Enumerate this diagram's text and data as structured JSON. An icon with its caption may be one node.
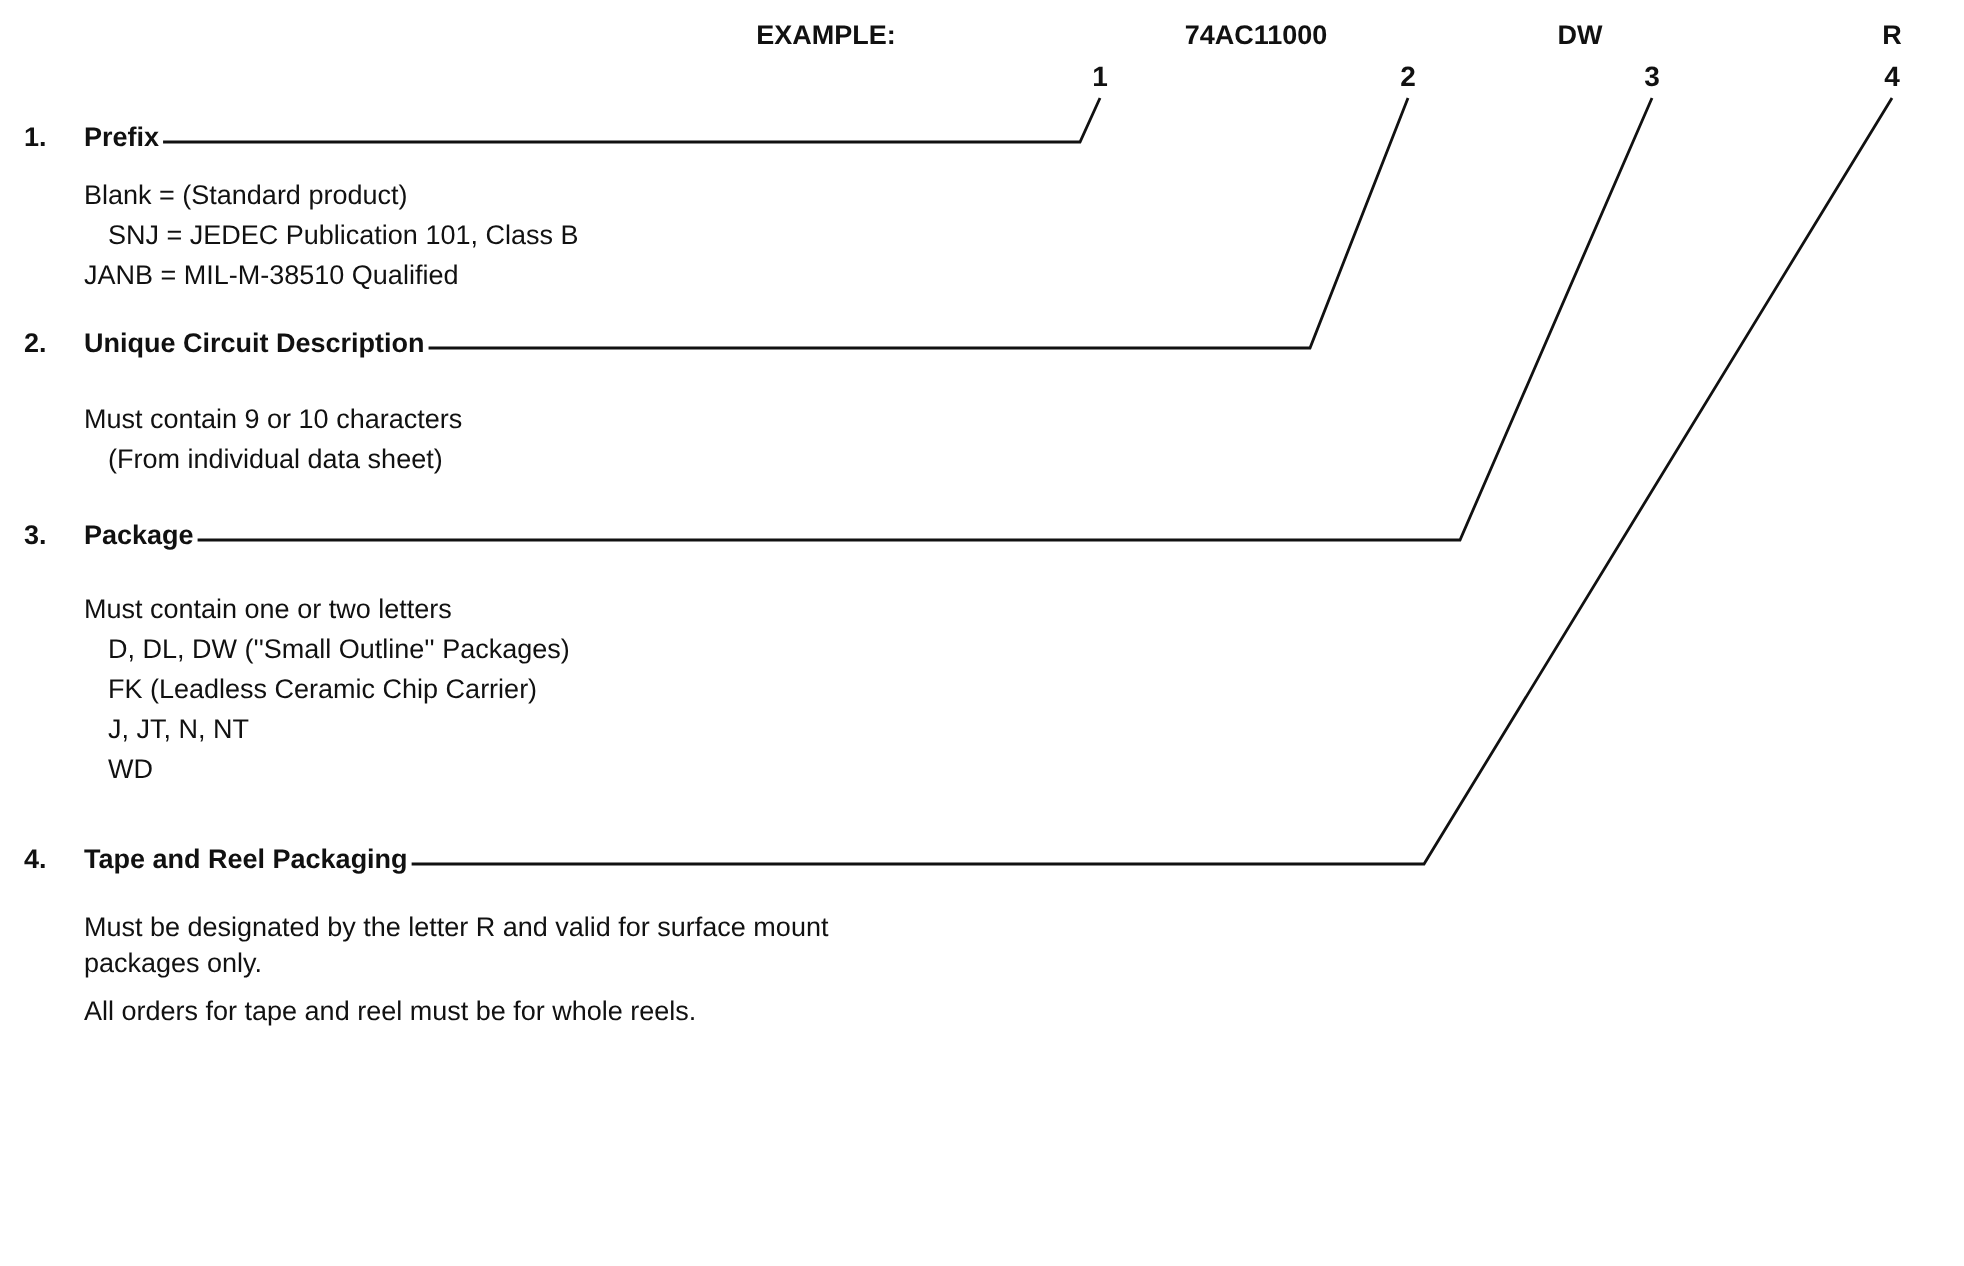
{
  "diagram": {
    "nodes": [
      {
        "text": [
          "1"
        ]
      },
      {
        "text": [
          "2"
        ]
      },
      {
        "text": [
          "3"
        ]
      },
      {
        "text": [
          "4"
        ]
      },
      {
        "text": [
          "1.",
          "Prefix"
        ]
      },
      {
        "text": [
          "2.",
          "Unique Circuit Description"
        ]
      },
      {
        "text": [
          "3.",
          "Package"
        ]
      },
      {
        "text": [
          "4.",
          "Tape and Reel Packaging"
        ]
      }
    ],
    "edges": [
      {
        "from": 4,
        "to": 0,
        "arrow": "none"
      },
      {
        "from": 5,
        "to": 1,
        "arrow": "none"
      },
      {
        "from": 6,
        "to": 2,
        "arrow": "none"
      },
      {
        "from": 7,
        "to": 3,
        "arrow": "none"
      }
    ],
    "labels": [
      "EXAMPLE:",
      "74AC11000",
      "DW",
      "R",
      "Blank = (Standard product)",
      "SNJ = JEDEC Publication 101, Class B",
      "JANB = MIL-M-38510 Qualified",
      "Must contain 9 or 10 characters",
      "(From individual data sheet)",
      "Must contain one or two letters",
      "D, DL, DW (''Small Outline'' Packages)",
      "FK (Leadless Ceramic Chip Carrier)",
      "J, JT, N, NT",
      "WD",
      "Must be designated by the letter R and valid for surface mount packages only.",
      "All orders for tape and reel must be for whole reels."
    ]
  }
}
